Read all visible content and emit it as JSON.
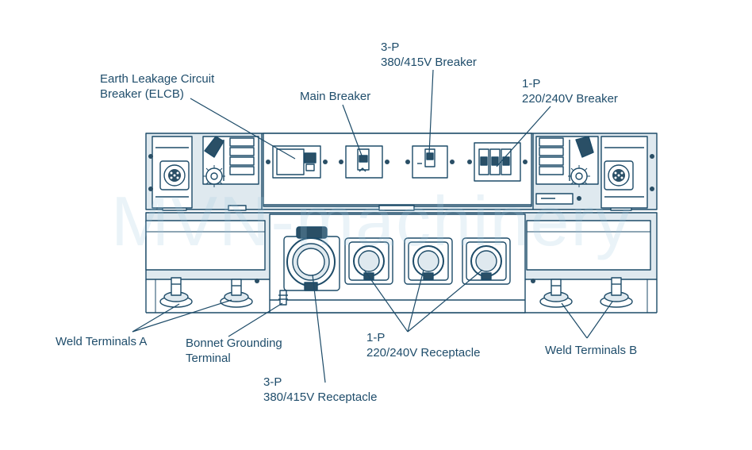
{
  "colors": {
    "line": "#1d4b68",
    "panel_fill": "#dfe9ef",
    "inner_fill": "#ffffff",
    "dark": "#2a4f66",
    "label": "#1f4d6b"
  },
  "watermark": "MVN-machinery",
  "labels": {
    "elcb": [
      "Earth Leakage Circuit",
      "Breaker (ELCB)"
    ],
    "main_breaker": [
      "Main Breaker"
    ],
    "three_p_breaker": [
      "3-P",
      "380/415V Breaker"
    ],
    "one_p_breaker": [
      "1-P",
      "220/240V Breaker"
    ],
    "weld_a": [
      "Weld Terminals A"
    ],
    "bonnet": [
      "Bonnet Grounding",
      "Terminal"
    ],
    "three_p_receptacle": [
      "3-P",
      "380/415V Receptacle"
    ],
    "one_p_receptacle": [
      "1-P",
      "220/240V Receptacle"
    ],
    "weld_b": [
      "Weld Terminals B"
    ]
  }
}
